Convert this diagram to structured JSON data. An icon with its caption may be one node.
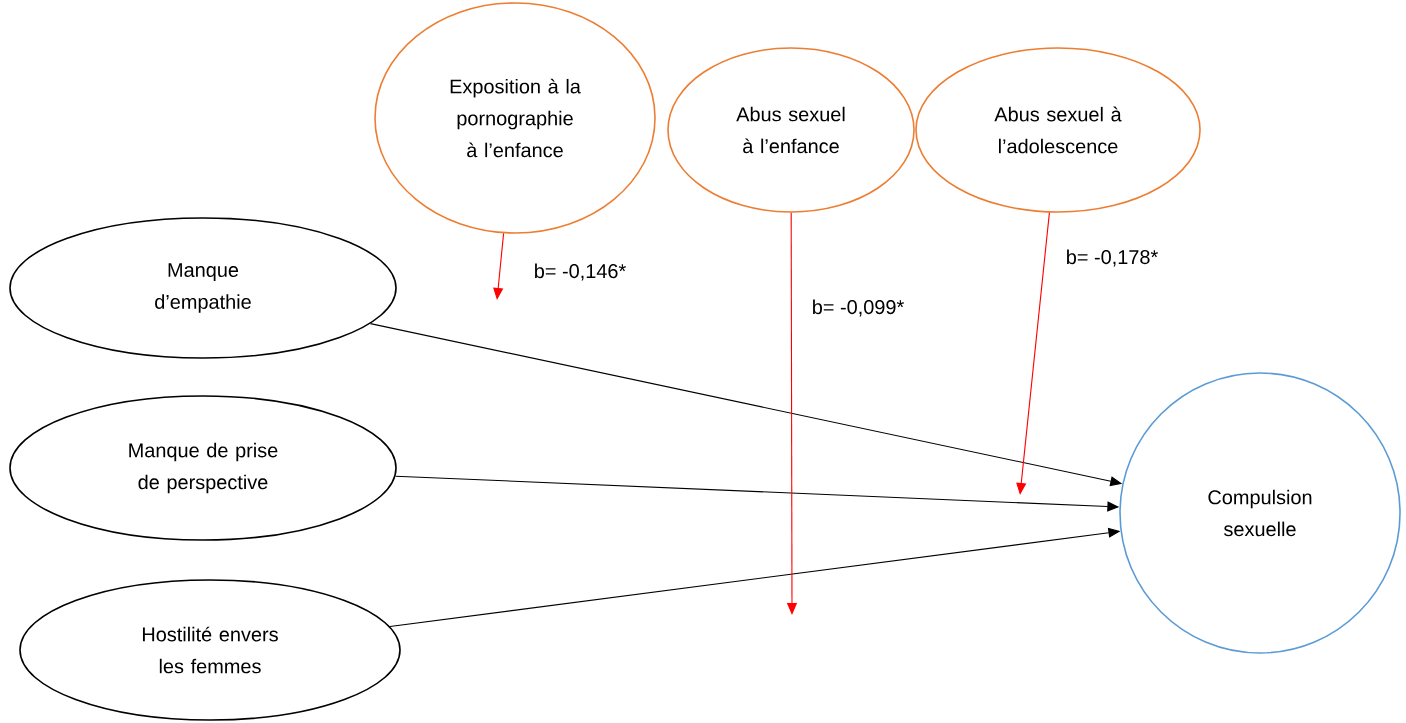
{
  "diagram": {
    "nodes": [
      {
        "text": [
          "Exposition à la pornographie à l’enfance"
        ]
      },
      {
        "text": [
          "Abus sexuel à l’enfance"
        ]
      },
      {
        "text": [
          "Abus sexuel à l’adolescence"
        ]
      },
      {
        "text": [
          "Manque d’empathie"
        ]
      },
      {
        "text": [
          "Manque de prise de perspective"
        ]
      },
      {
        "text": [
          "Hostilité envers les femmes"
        ]
      },
      {
        "text": [
          "Compulsion sexuelle"
        ]
      }
    ],
    "edges": [
      {
        "from": 3,
        "to": 6,
        "arrow": "to"
      },
      {
        "from": 4,
        "to": 6,
        "arrow": "to"
      },
      {
        "from": 5,
        "to": 6,
        "arrow": "to"
      },
      {
        "from": 0,
        "to": null,
        "arrow": "to",
        "label": "b= -0,146*",
        "color": "#ff0000"
      },
      {
        "from": 1,
        "to": null,
        "arrow": "to",
        "label": "b= -0,099*",
        "color": "#ff0000"
      },
      {
        "from": 2,
        "to": null,
        "arrow": "to",
        "label": "b= -0,178*",
        "color": "#ff0000"
      }
    ]
  }
}
